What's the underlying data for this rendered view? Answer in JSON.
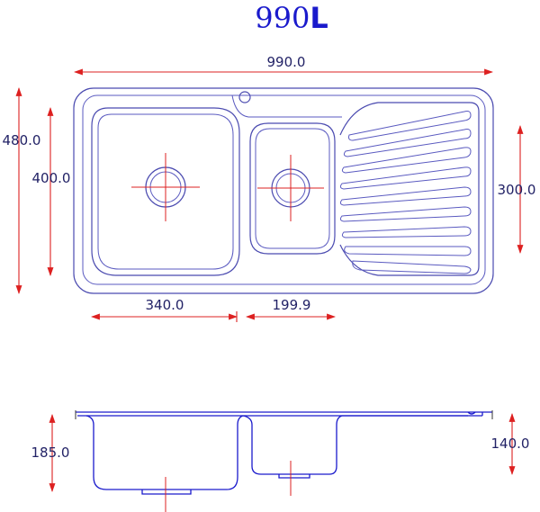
{
  "title": {
    "main": "990",
    "suffix": "L"
  },
  "colors": {
    "title": "#1a1acc",
    "outline": "#4b4bb0",
    "dimension": "#dd2020",
    "section": "#1a1acc"
  },
  "dimensions": {
    "overall_width": "990.0",
    "overall_depth": "480.0",
    "large_bowl_depth": "400.0",
    "drainer_length": "300.0",
    "large_bowl_width": "340.0",
    "small_bowl_width": "199.9",
    "large_bowl_height": "185.0",
    "small_bowl_height": "140.0"
  }
}
